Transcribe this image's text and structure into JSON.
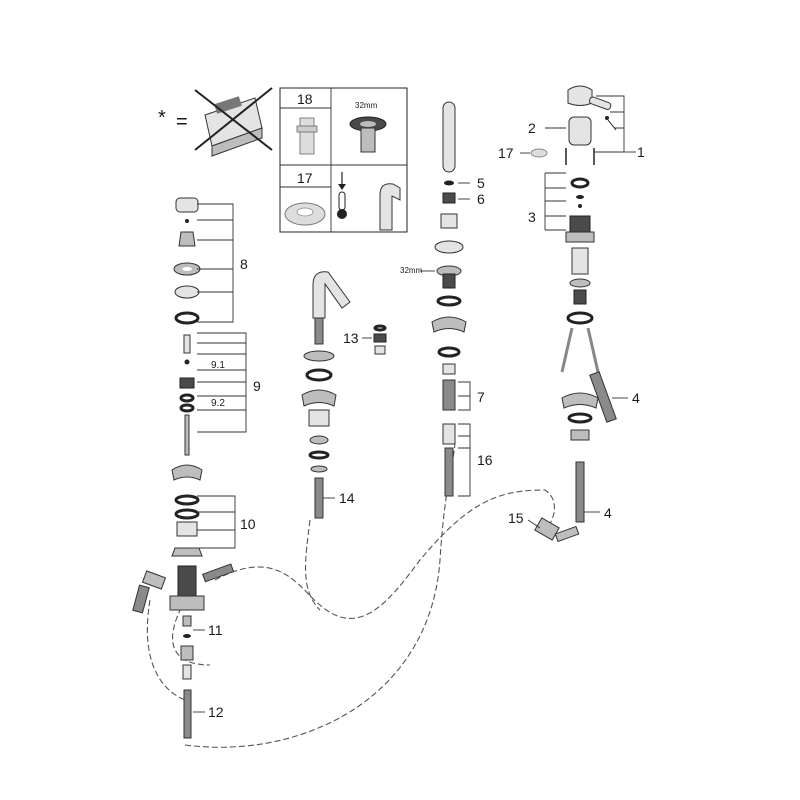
{
  "legend": {
    "asterisk": "*",
    "equals": "=",
    "box_part_a": "18",
    "box_size_label": "32mm",
    "box_part_b": "17"
  },
  "parts": {
    "p1": "1",
    "p2": "2",
    "p3": "3",
    "p4a": "4",
    "p4b": "4",
    "p5": "5",
    "p6": "6",
    "p7": "7",
    "p8": "8",
    "p9": "9",
    "p9_1": "9.1",
    "p9_2": "9.2",
    "p10": "10",
    "p11": "11",
    "p12": "12",
    "p13": "13",
    "p14": "14",
    "p15": "15",
    "p16": "16",
    "p17": "17",
    "size_32mm": "32mm"
  },
  "colors": {
    "line": "#333333",
    "part_grey": "#bdbdbd",
    "part_dark": "#4a4a4a"
  }
}
